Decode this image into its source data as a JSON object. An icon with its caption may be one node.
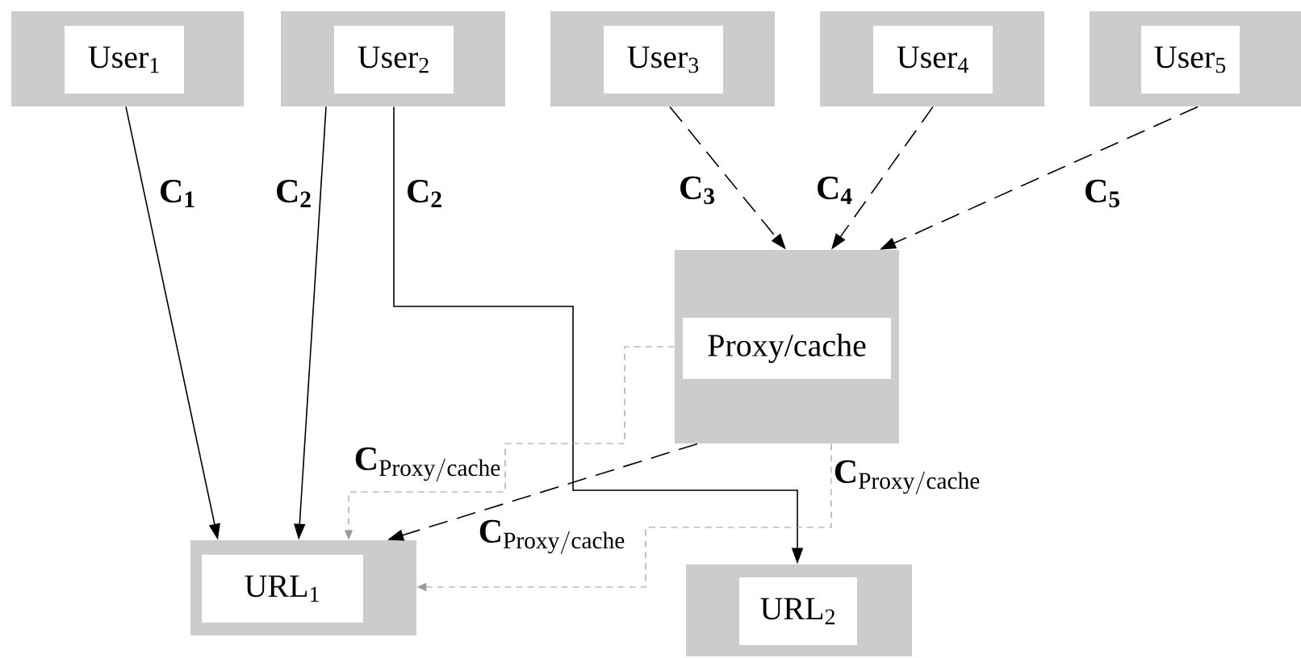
{
  "diagram": {
    "nodes": [
      {
        "text": [
          "User$_{1}$"
        ]
      },
      {
        "text": [
          "User$_{2}$"
        ]
      },
      {
        "text": [
          "User$_{3}$"
        ]
      },
      {
        "text": [
          "User$_{4}$"
        ]
      },
      {
        "text": [
          "User$_{5}$"
        ]
      },
      {
        "text": [
          "Proxy/cache"
        ]
      },
      {
        "text": [
          "URL$_{1}$"
        ]
      },
      {
        "text": [
          "URL$_{2}$"
        ]
      }
    ],
    "edges": [
      {
        "from": 0,
        "to": 6,
        "arrow": "to",
        "label": "\\mathbf{C}_{\\mathbf{1}}"
      },
      {
        "from": 1,
        "to": 6,
        "arrow": "to",
        "label": "\\mathbf{C}_{\\mathbf{2}}"
      },
      {
        "from": 1,
        "to": 7,
        "arrow": "to",
        "label": "\\mathbf{C}_{\\mathbf{2}}"
      },
      {
        "from": 2,
        "to": 5,
        "arrow": "to",
        "label": "\\mathbf{C}_{\\mathbf{3}}",
        "style": "dashed"
      },
      {
        "from": 3,
        "to": 5,
        "arrow": "to",
        "label": "\\mathbf{C}_{\\mathbf{4}}",
        "style": "dashed"
      },
      {
        "from": 4,
        "to": 5,
        "arrow": "to",
        "label": "\\mathbf{C}_{\\mathbf{5}}",
        "style": "dashed"
      },
      {
        "from": 5,
        "to": 6,
        "arrow": "to",
        "label": "\\mathbf{C}_{\\mathrm{Proxy/cache}}",
        "style": "dashed",
        "color": "#999999"
      },
      {
        "from": 5,
        "to": 6,
        "arrow": "to",
        "label": "\\mathbf{C}_{\\mathrm{Proxy/cache}}",
        "style": "dashed"
      },
      {
        "from": 5,
        "to": 6,
        "arrow": "to",
        "label": "\\mathbf{C}_{\\mathrm{Proxy/cache}}",
        "style": "dashed",
        "color": "#999999"
      }
    ]
  }
}
